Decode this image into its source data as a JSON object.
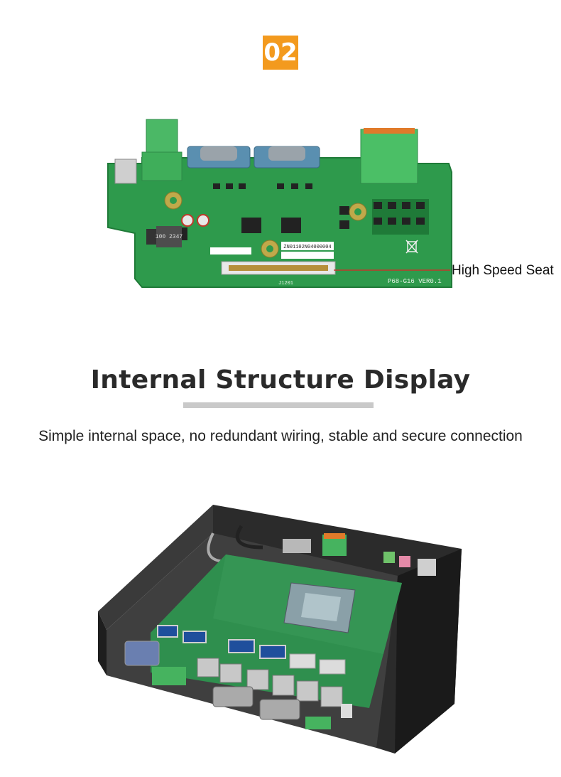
{
  "badge": {
    "number": "02"
  },
  "board": {
    "callout_label": "High Speed Seat",
    "silkscreen_rev": "P68-G16 VER0.1",
    "sticker_code": "ZN01102N04000004",
    "inductor_code": "100 2347",
    "connector_ref": "J1201"
  },
  "section": {
    "title": "Internal Structure Display",
    "subtitle": "Simple internal space, no redundant wiring, stable and secure connection"
  },
  "colors": {
    "badge": "#f39a1e",
    "pcb": "#2e9a4c",
    "underline": "#c9c9c9"
  }
}
